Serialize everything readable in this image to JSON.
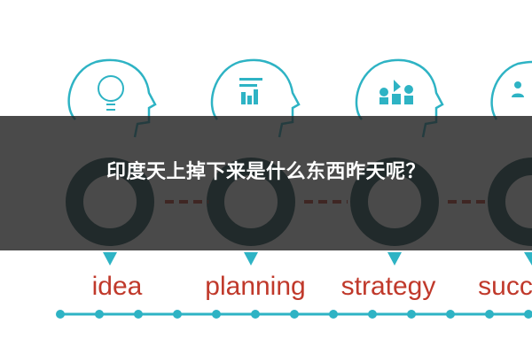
{
  "headline": "印度天上掉下来是什么东西昨天呢？",
  "steps": [
    {
      "label": "idea",
      "icon": "lightbulb-head-icon"
    },
    {
      "label": "planning",
      "icon": "document-chart-head-icon"
    },
    {
      "label": "strategy",
      "icon": "chess-pieces-head-icon"
    },
    {
      "label": "succ",
      "icon": "people-head-icon"
    }
  ],
  "colors": {
    "teal": "#2eb3c4",
    "dark_teal": "#1f4d52",
    "red": "#c0392b",
    "overlay": "#222222"
  }
}
